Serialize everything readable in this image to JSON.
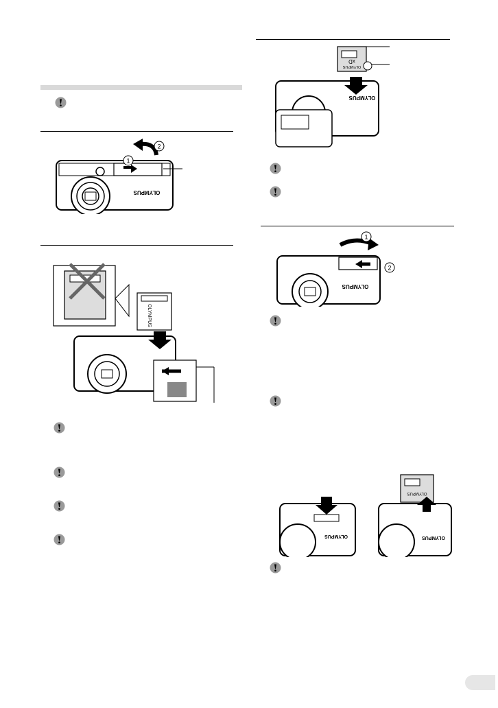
{
  "icons": {
    "caution": "caution-icon",
    "arrow": "arrow-icon",
    "forbidden": "cross-mark-icon"
  },
  "colors": {
    "rule": "#000000",
    "section_bar": "#d9d9d9",
    "page_tab": "#e6e6e6"
  },
  "figures": {
    "open_cover": {
      "step1": "1",
      "step2": "2",
      "brand": "OLYMPUS"
    },
    "battery": {
      "brand": "OLYMPUS"
    },
    "card": {
      "brand": "OLYMPUS",
      "logo": "xD"
    },
    "close_cover": {
      "step1": "1",
      "step2": "2",
      "brand": "OLYMPUS"
    },
    "remove_card": {
      "brand": "OLYMPUS"
    }
  }
}
